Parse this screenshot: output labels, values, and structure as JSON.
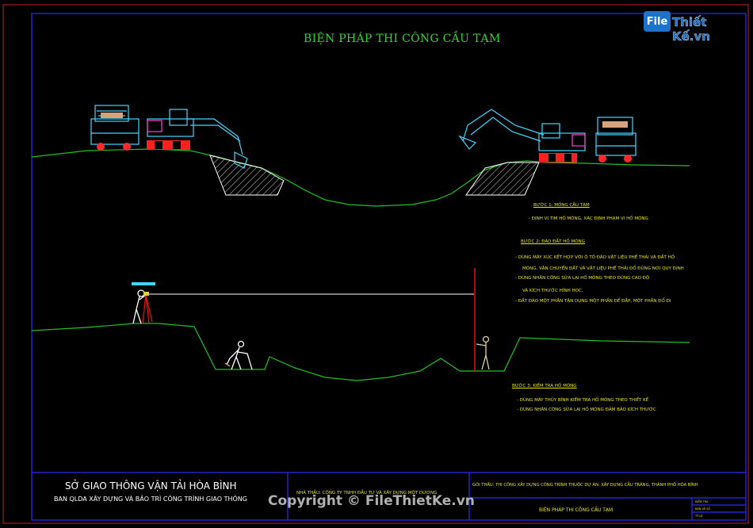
{
  "drawing": {
    "title": "BIỆN PHÁP THI CÔNG CẦU TẠM",
    "colors": {
      "title": "#2fd42f",
      "notes": "#e8e800",
      "ground": "#20c020",
      "frame": "#2a2aff",
      "outer_frame": "#c02020",
      "equipment": "#3fd7ff",
      "staff_pole": "#e01010",
      "level_line": "#ffffff",
      "hatch": "#ffffff",
      "title_block_text": "#ffffff",
      "contractor_text": "#e8e800"
    },
    "steps": [
      {
        "heading": "BƯỚC 1: MÓNG CẦU TẠM",
        "lines": [
          "- ĐỊNH VỊ TIM HỐ MÓNG, XÁC ĐỊNH PHẠM VI HỐ MÓNG"
        ]
      },
      {
        "heading": "BƯỚC 2: ĐÀO ĐẤT HỐ MÓNG",
        "lines": [
          "- DÙNG MÁY XÚC KẾT HỢP VỚI Ô TÔ ĐÀO VẬT LIỆU PHẾ THẢI VÀ ĐẤT HỐ",
          "MÓNG, VẬN CHUYỂN ĐẤT VÀ VẬT LIỆU PHẾ THẢI ĐỔ ĐÚNG NƠI QUY ĐỊNH",
          "- DÙNG NHÂN CÔNG SỬA LẠI HỐ MÓNG THEO ĐÚNG CAO ĐỘ",
          "VÀ KÍCH THƯỚC HÌNH HỌC.",
          "- ĐẤT ĐÀO MỘT PHẦN TẬN DỤNG MỘT PHẦN ĐỂ ĐẮP, MỘT PHẦN ĐỔ ĐI"
        ]
      },
      {
        "heading": "BƯỚC 3: KIỂM TRA HỐ MÓNG",
        "lines": [
          "- DÙNG MÁY THỦY BÌNH KIỂM TRA HỐ MÓNG THEO THIẾT KẾ",
          "- DÙNG NHÂN CÔNG SỬA LẠI HỐ MÓNG ĐẢM BẢO KÍCH THƯỚC"
        ]
      }
    ]
  },
  "title_block": {
    "owner": "SỞ GIAO THÔNG VẬN TẢI HÒA BÌNH",
    "board": "BAN QLDA XÂY DỰNG VÀ BẢO TRÌ CÔNG TRÌNH GIAO THÔNG",
    "contractor": "NHÀ THẦU: CÔNG TY TNHH ĐẦU TƯ VÀ XÂY DỰNG MỘT DƯƠNG",
    "package": "GÓI THẦU: THI CÔNG XÂY DỰNG CÔNG TRÌNH THUỘC DỰ ÁN: XÂY DỰNG CẦU TRĂNG, THÀNH PHỐ HÒA BÌNH",
    "sheet_title": "BIỆN PHÁP THI CÔNG CẦU TẠM",
    "small_labels": [
      "KIỂM TRA",
      "BẢN VẼ SỐ",
      "TỶ LỆ"
    ]
  },
  "branding": {
    "logo_file": "File",
    "logo_name": "Thiết Kế.vn",
    "watermark": "Copyright © FileThietKe.vn"
  }
}
